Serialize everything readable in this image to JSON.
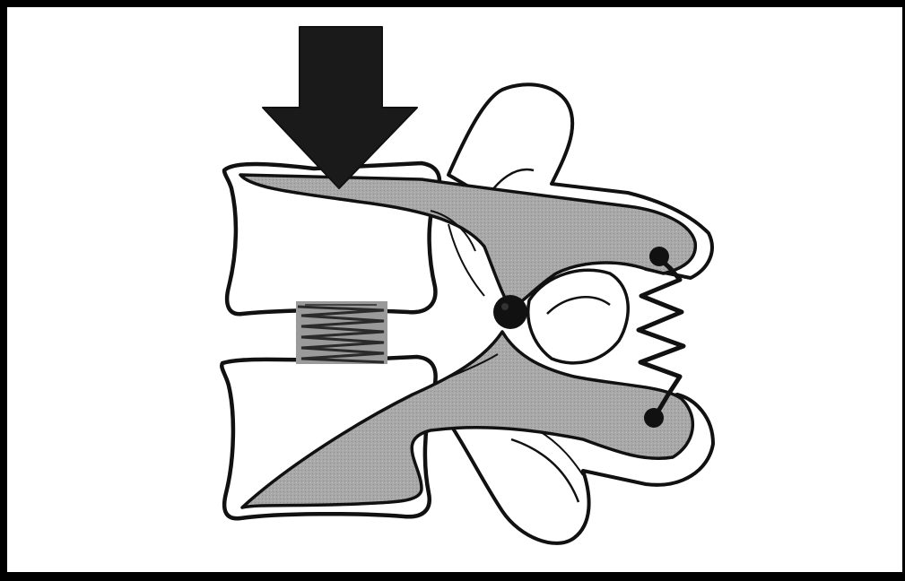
{
  "figure": {
    "type": "illustration",
    "colors": {
      "outline": "#111111",
      "shaded": "#a6a6a6",
      "background": "#ffffff",
      "arrow": "#1a1a1a"
    },
    "elements": [
      "load-arrow",
      "upper-vertebral-body",
      "lower-vertebral-body",
      "disc-spring",
      "upper-lever-arm",
      "lower-lever-arm",
      "fulcrum-pivot",
      "posterior-elastic-spring",
      "spinous-processes"
    ]
  }
}
